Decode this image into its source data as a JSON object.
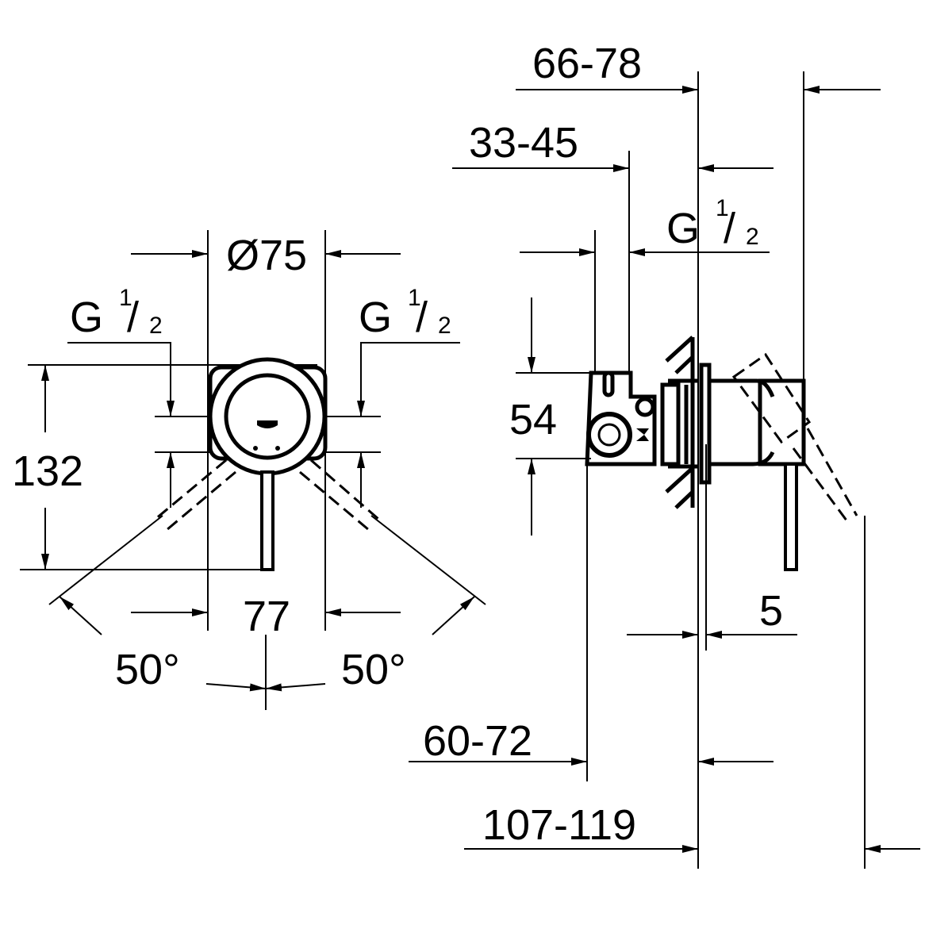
{
  "front_view": {
    "diameter": "Ø75",
    "thread_left": {
      "g": "G",
      "num": "1",
      "den": "2"
    },
    "thread_right": {
      "g": "G",
      "num": "1",
      "den": "2"
    },
    "height": "132",
    "width": "77",
    "angle_left": "50°",
    "angle_right": "50°"
  },
  "side_view": {
    "depth_total_range": "66-78",
    "depth_body_range": "33-45",
    "thread": {
      "g": "G",
      "num": "1",
      "den": "2"
    },
    "offset": "54",
    "plate_thickness": "5",
    "install_depth_range": "60-72",
    "overall_depth_range": "107-119"
  }
}
